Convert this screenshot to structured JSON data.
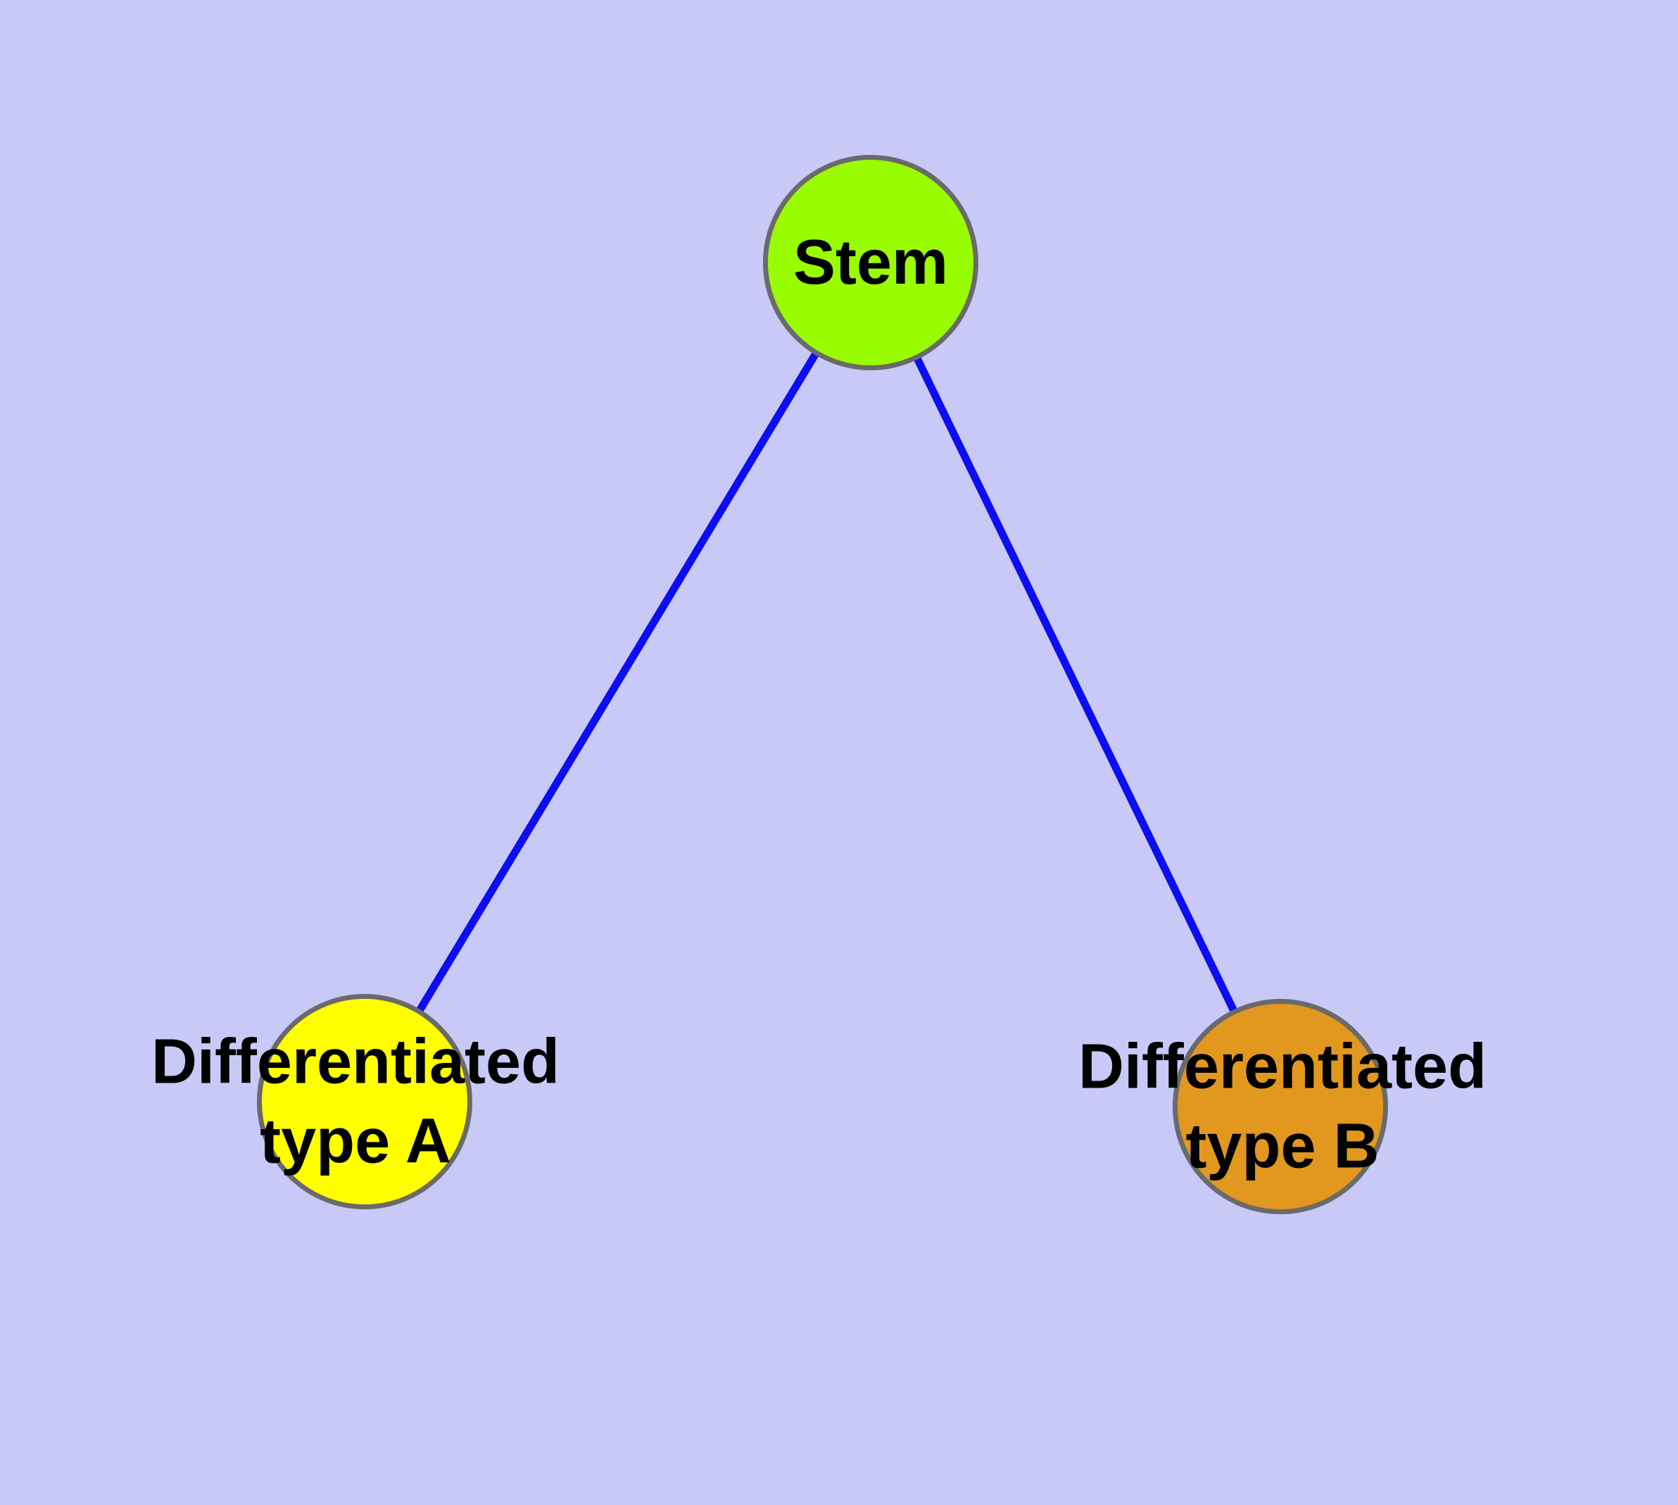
{
  "diagram": {
    "background_color": "#C9C9F8",
    "node_border_color": "#6A6A6A",
    "edge_color": "#0D0DF2",
    "text_color": "#000000",
    "nodes": [
      {
        "id": "stem",
        "label": "Stem",
        "label_lines": [
          "Stem"
        ],
        "fill": "#9AFC00"
      },
      {
        "id": "differentiated-type-a",
        "label": "Differentiated type A",
        "label_lines": [
          "Differentiated",
          "type A"
        ],
        "fill": "#FFFF00"
      },
      {
        "id": "differentiated-type-b",
        "label": "Differentiated type B",
        "label_lines": [
          "Differentiated",
          "type B"
        ],
        "fill": "#E2971F"
      }
    ],
    "edges": [
      {
        "from": "stem",
        "to": "differentiated-type-a"
      },
      {
        "from": "stem",
        "to": "differentiated-type-b"
      }
    ]
  }
}
